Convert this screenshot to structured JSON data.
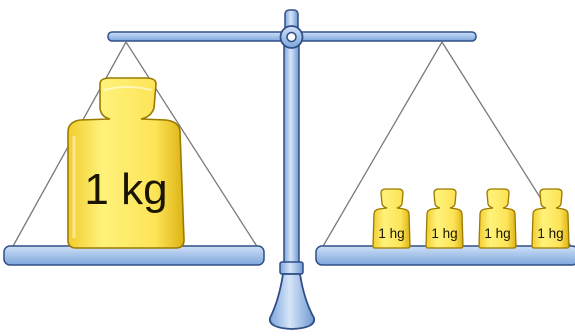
{
  "colors": {
    "metal_fill": "#a9c8f0",
    "metal_shade": "#5f8fd3",
    "metal_stroke": "#2f4f86",
    "gold_fill": "#fde458",
    "gold_shade": "#e0b818",
    "gold_stroke": "#9c7a00",
    "string": "#7a7a7a",
    "background": "#ffffff"
  },
  "left_pan": {
    "weights": [
      {
        "label": "1 kg"
      }
    ]
  },
  "right_pan": {
    "weights": [
      {
        "label": "1 hg"
      },
      {
        "label": "1 hg"
      },
      {
        "label": "1 hg"
      },
      {
        "label": "1 hg"
      }
    ]
  }
}
